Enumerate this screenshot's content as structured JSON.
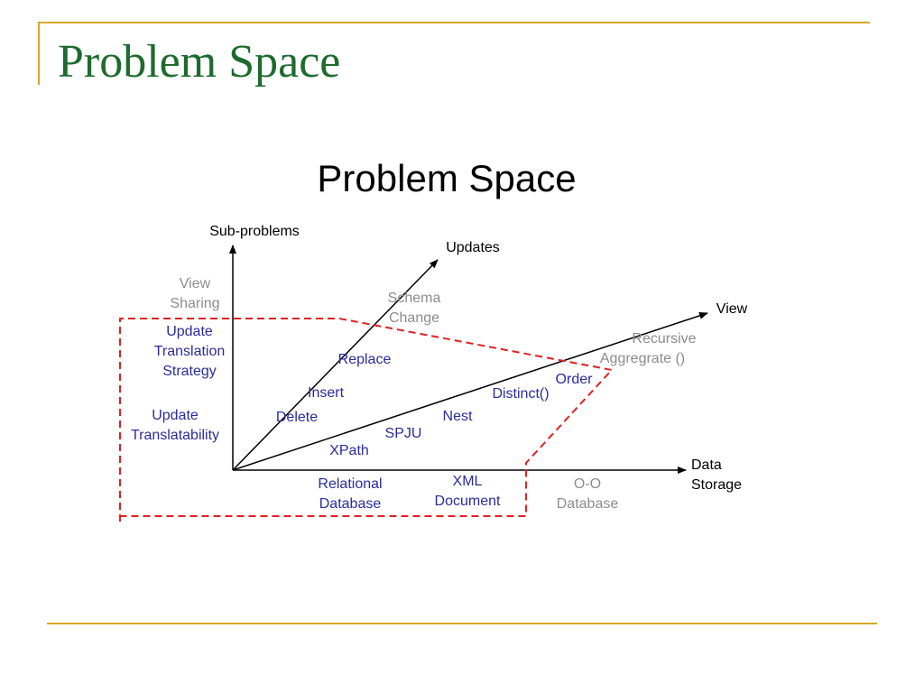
{
  "slide": {
    "title": "Problem Space"
  },
  "diagram": {
    "title": "Problem Space",
    "axes": {
      "y_label": "Sub-problems",
      "updates_label": "Updates",
      "view_label": "View",
      "x_label_line1": "Data",
      "x_label_line2": "Storage"
    },
    "sub_problems": {
      "view_sharing": [
        "View",
        "Sharing"
      ],
      "update_translation_strategy": [
        "Update",
        "Translation",
        "Strategy"
      ],
      "update_translatability": [
        "Update",
        "Translatability"
      ]
    },
    "updates": {
      "schema_change": [
        "Schema",
        "Change"
      ],
      "replace": "Replace",
      "insert": "Insert",
      "delete": "Delete"
    },
    "view_ops": {
      "recursive_aggregate": [
        "Recursive",
        "Aggregrate ()"
      ],
      "order": "Order",
      "distinct": "Distinct()",
      "nest": "Nest",
      "spju": "SPJU",
      "xpath": "XPath"
    },
    "data_storage": {
      "relational_database": [
        "Relational",
        "Database"
      ],
      "xml_document": [
        "XML",
        "Document"
      ],
      "oo_database": [
        "O-O",
        "Database"
      ]
    },
    "colors": {
      "in_scope": "#2b2b9c",
      "out_of_scope": "#8c8c8c",
      "boundary": "#e02020",
      "axis": "#000000"
    }
  }
}
